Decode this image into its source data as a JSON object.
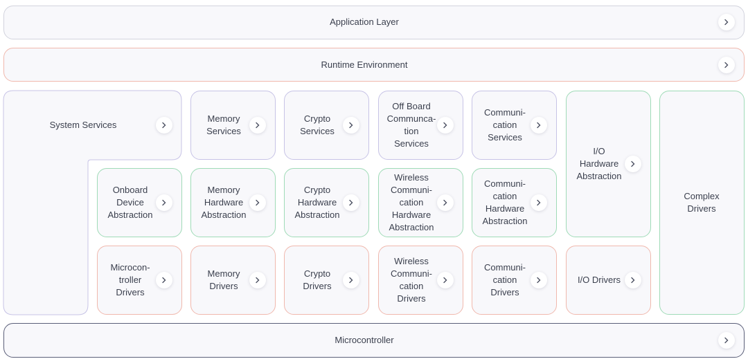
{
  "layers": {
    "application": "Application Layer",
    "runtime": "Runtime Environment",
    "microcontroller": "Microcontroller"
  },
  "services": {
    "system": "System Services",
    "memory": "Memory\nServices",
    "crypto": "Crypto\nServices",
    "offboard": "Off Board\nCommunca-\ntion\nServices",
    "communication": "Communi-\ncation\nServices"
  },
  "abstraction": {
    "onboard": "Onboard\nDevice\nAbstraction",
    "memory": "Memory\nHardware\nAbstraction",
    "crypto": "Crypto\nHardware\nAbstraction",
    "wireless": "Wireless\nCommuni-\ncation\nHardware\nAbstraction",
    "communication": "Communi-\ncation\nHardware\nAbstraction",
    "io": "I/O\nHardware\nAbstraction"
  },
  "drivers": {
    "microcontroller": "Microcon-\ntroller\nDrivers",
    "memory": "Memory\nDrivers",
    "crypto": "Crypto\nDrivers",
    "wireless": "Wireless\nCommuni-\ncation\nDrivers",
    "communication": "Communi-\ncation\nDrivers",
    "io": "I/O Drivers",
    "complex": "Complex Drivers"
  },
  "colors": {
    "services_border": "#c7c3e6",
    "abstraction_border": "#9fdbb7",
    "drivers_border": "#f0b8ad",
    "runtime_border": "#f0b8ad",
    "application_border": "#d2d3dd",
    "microcontroller_border": "#5a5e78",
    "box_fill": "#f8f8fb"
  },
  "icons": {
    "chevron": "chevron-right-icon"
  }
}
